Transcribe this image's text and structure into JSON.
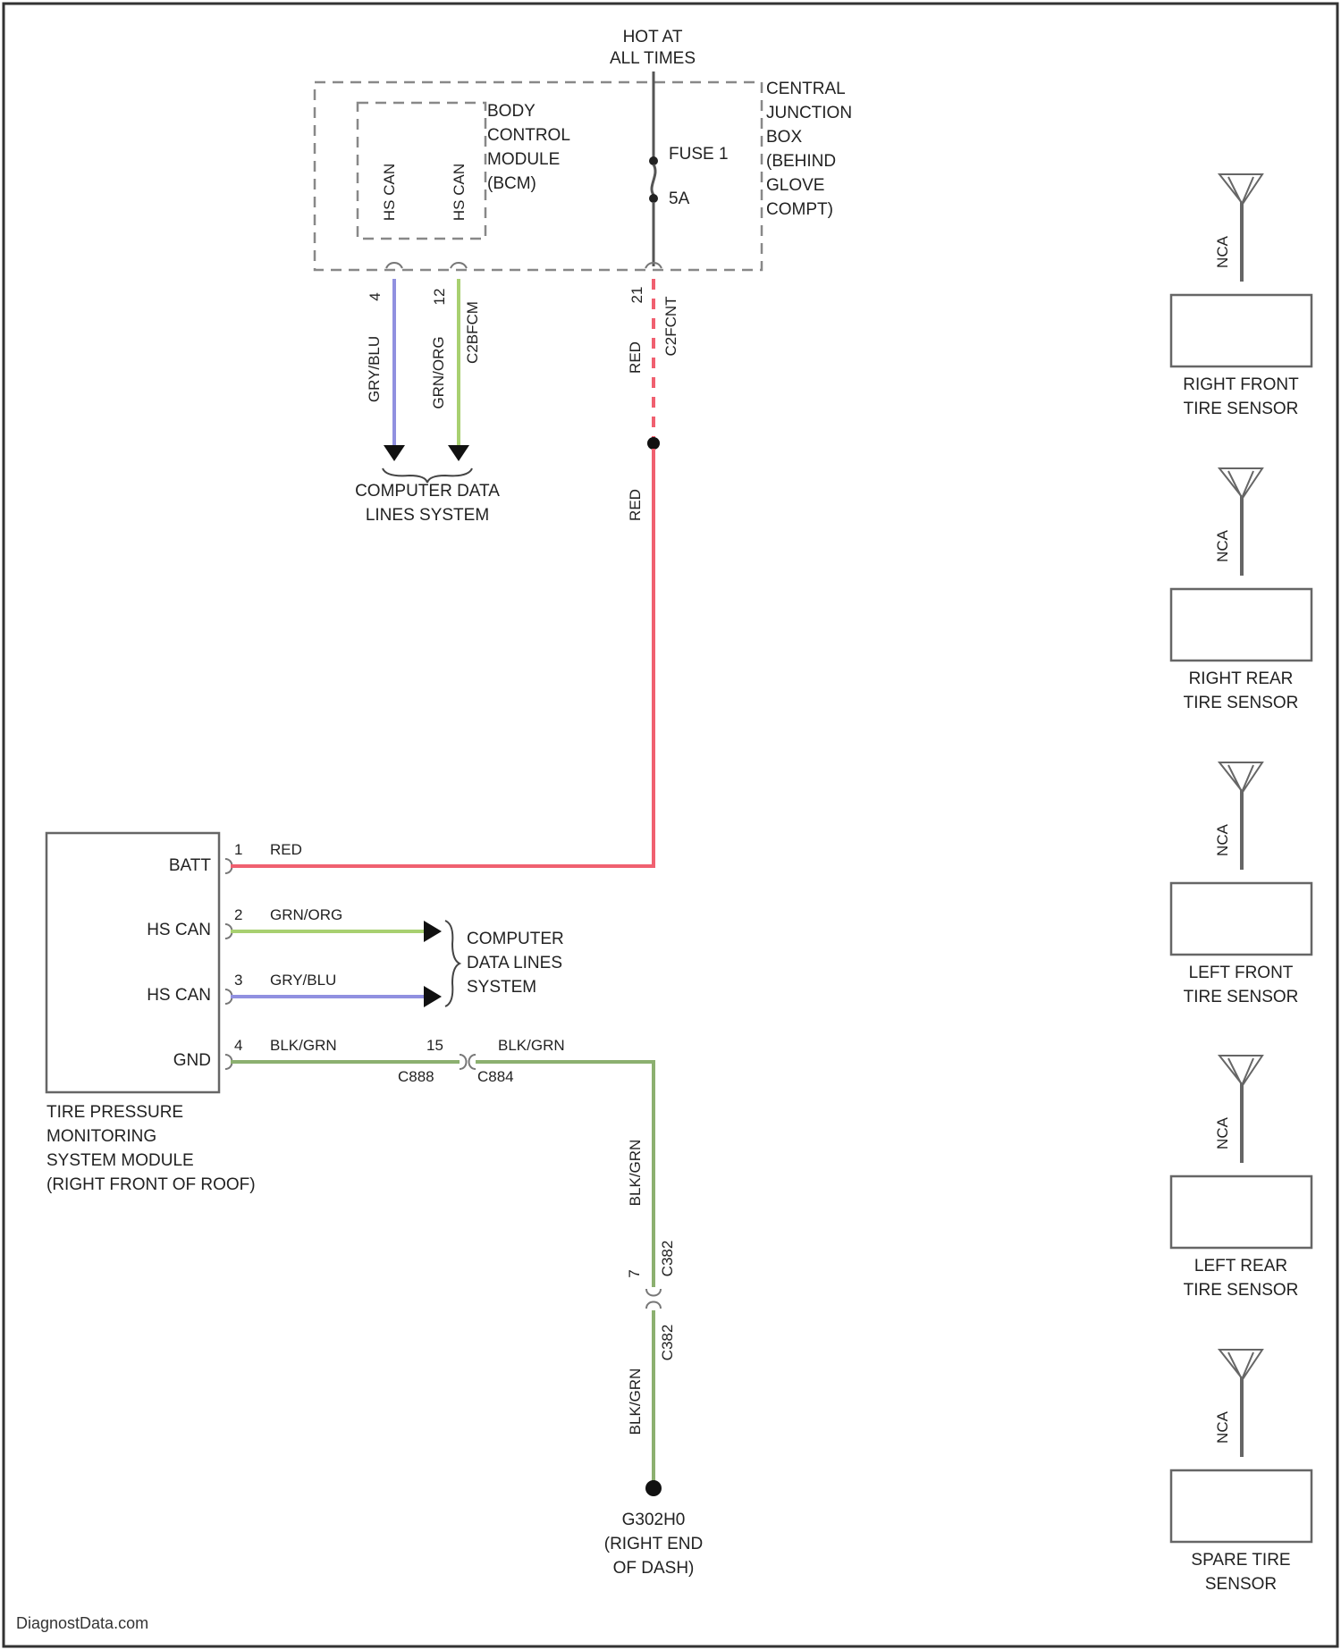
{
  "colors": {
    "frame": "#333333",
    "box": "#666666",
    "dashed": "#888888",
    "red": "#f06070",
    "green": "#a8d070",
    "blue": "#9090e0",
    "dark_green": "#8cb070",
    "gray": "#555555"
  },
  "power": {
    "hot_line1": "HOT AT",
    "hot_line2": "ALL TIMES",
    "cjb_lines": [
      "CENTRAL",
      "JUNCTION",
      "BOX",
      "(BEHIND",
      "GLOVE",
      "COMPT)"
    ],
    "fuse_label": "FUSE 1",
    "fuse_amps": "5A",
    "red_pin": "21",
    "cjb_connector": "C2FCNT",
    "red_wire_upper": "RED",
    "red_wire_lower": "RED"
  },
  "bcm": {
    "lines": [
      "BODY",
      "CONTROL",
      "MODULE",
      "(BCM)"
    ],
    "pin_hs_can_plus": "HS CAN",
    "pin_hs_can_minus": "HS CAN",
    "pin1_num": "4",
    "pin2_num": "12",
    "wire1_color": "GRY/BLU",
    "wire2_color": "GRN/ORG",
    "bcm_connector": "C2BFCM",
    "data_lines": [
      "COMPUTER DATA",
      "LINES SYSTEM"
    ]
  },
  "tpms": {
    "pins": [
      {
        "label": "BATT",
        "num": "1",
        "wire": "RED"
      },
      {
        "label": "HS CAN",
        "num": "2",
        "wire": "GRN/ORG"
      },
      {
        "label": "HS CAN",
        "num": "3",
        "wire": "GRY/BLU"
      },
      {
        "label": "GND",
        "num": "4",
        "wire": "BLK/GRN"
      }
    ],
    "data_lines": [
      "COMPUTER",
      "DATA LINES",
      "SYSTEM"
    ],
    "module_lines": [
      "TIRE PRESSURE",
      "MONITORING",
      "SYSTEM MODULE",
      "(RIGHT FRONT OF ROOF)"
    ]
  },
  "ground": {
    "conn_pin": "15",
    "conn_left": "C888",
    "conn_right": "C884",
    "wire_right": "BLK/GRN",
    "vertical_wire_upper": "BLK/GRN",
    "inline_pin": "7",
    "inline_conn_upper": "C382",
    "inline_conn_lower": "C382",
    "vertical_wire_lower": "BLK/GRN",
    "ground_lines": [
      "G302H0",
      "(RIGHT END",
      "OF DASH)"
    ]
  },
  "sensors": [
    {
      "antenna": "NCA",
      "lines": [
        "RIGHT FRONT",
        "TIRE SENSOR"
      ]
    },
    {
      "antenna": "NCA",
      "lines": [
        "RIGHT REAR",
        "TIRE SENSOR"
      ]
    },
    {
      "antenna": "NCA",
      "lines": [
        "LEFT FRONT",
        "TIRE SENSOR"
      ]
    },
    {
      "antenna": "NCA",
      "lines": [
        "LEFT REAR",
        "TIRE SENSOR"
      ]
    },
    {
      "antenna": "NCA",
      "lines": [
        "SPARE TIRE",
        "SENSOR"
      ]
    }
  ],
  "footer": {
    "watermark": "DiagnostData.com"
  }
}
